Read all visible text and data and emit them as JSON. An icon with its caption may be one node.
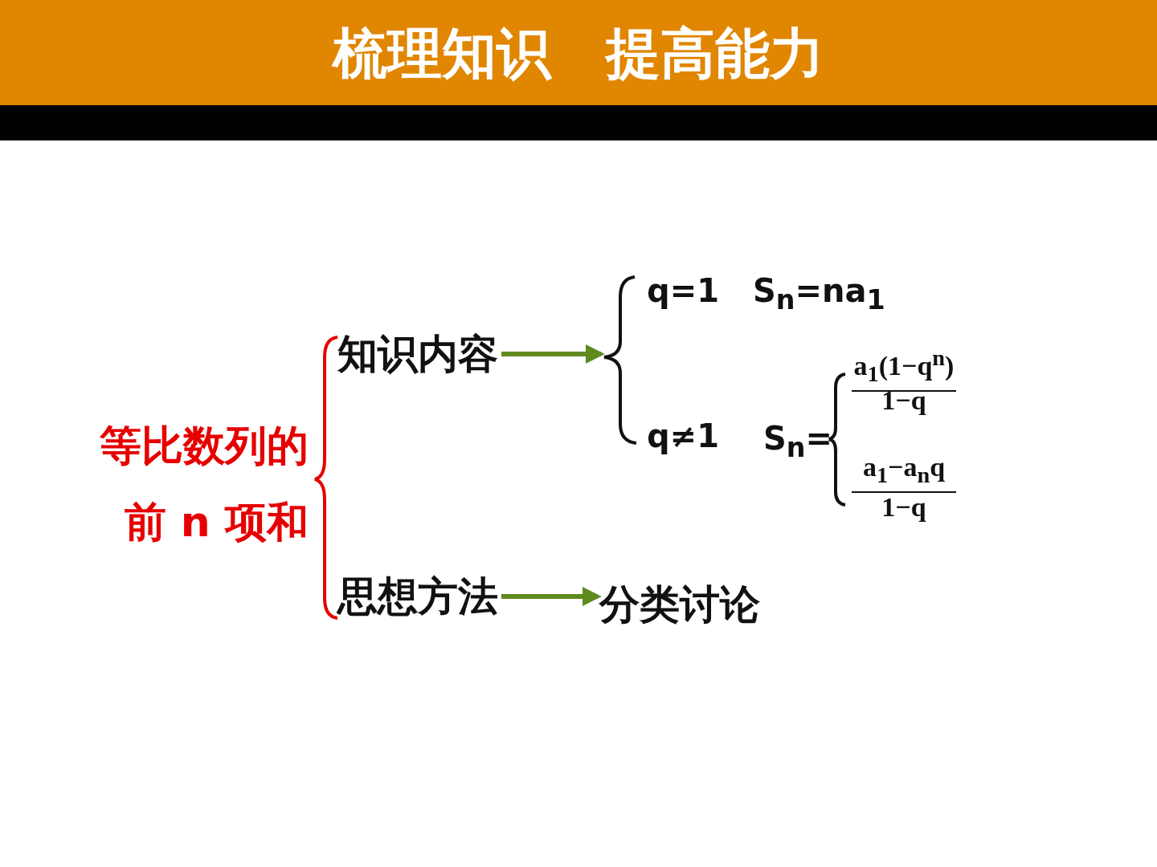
{
  "diagram": {
    "title": "梳理知识　提高能力",
    "nodes": [
      {
        "text": [
          "等比数列的前 n 项和"
        ]
      },
      {
        "text": [
          "知识内容"
        ]
      },
      {
        "text": [],
        "shape": "brace"
      },
      {
        "text": [
          "q=1",
          "S$_{n}$=na$_{1}$"
        ]
      },
      {
        "text": [
          "q≠1",
          "S$_{n}$=",
          "a$_{1}$(1−q$^{n}$)",
          "1−q",
          "a$_{1}$−a$_{n}$q",
          "1−q"
        ]
      },
      {
        "text": [
          "思想方法"
        ]
      },
      {
        "text": [
          "分类讨论"
        ]
      }
    ],
    "edges": [
      {
        "from": 1,
        "to": 2,
        "arrow": "to"
      },
      {
        "from": 5,
        "to": 6,
        "arrow": "to"
      }
    ]
  }
}
